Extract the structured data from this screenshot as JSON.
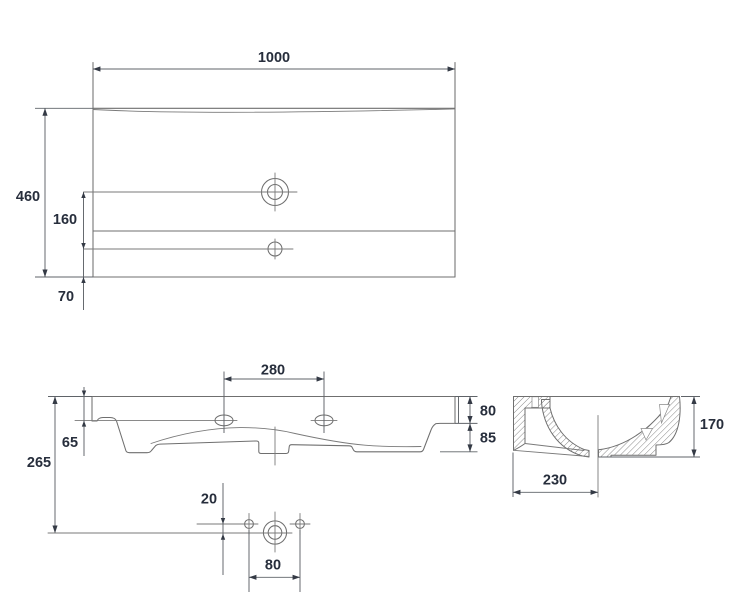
{
  "drawing": {
    "kind": "washbasin technical drawing, three orthographic views",
    "colors": {
      "background": "#ffffff",
      "geometry_line": "#6f6f6f",
      "dimension_line": "#5f6368",
      "label_text": "#272e3c"
    }
  },
  "top_view": {
    "width": "1000",
    "depth": "460",
    "tap_to_drain": "160",
    "drain_to_front": "70"
  },
  "front_view": {
    "tap_hole_spacing": "280",
    "deck_thickness": "65",
    "overall_height": "265",
    "rim_to_shelf": "80",
    "shelf_to_bottom": "85",
    "fixing_hole_offset": "20",
    "fixing_hole_spacing": "80"
  },
  "side_view": {
    "depth": "230",
    "height": "170"
  }
}
